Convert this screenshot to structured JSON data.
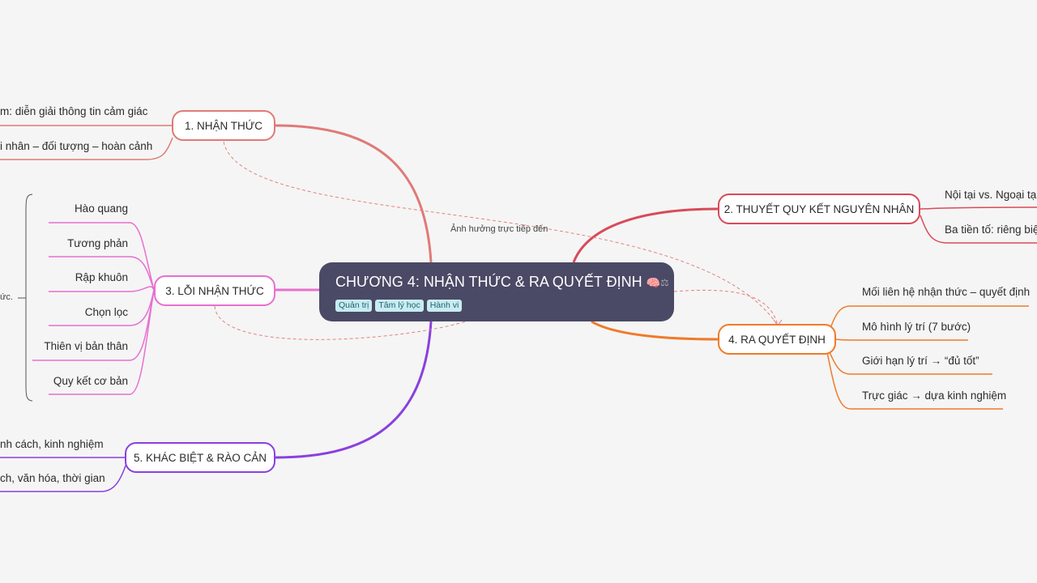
{
  "central": {
    "title": "CHƯƠNG 4: NHẬN THỨC & RA QUYẾT ĐỊNH",
    "tags": [
      "Quản trị",
      "Tâm lý học",
      "Hành vi"
    ]
  },
  "branches": {
    "b1": {
      "label": "1. NHẬN THỨC",
      "color": "#e07a76",
      "items": [
        "m: diễn giải thông tin cảm giác",
        "i nhân – đối tượng – hoàn cảnh"
      ]
    },
    "b2": {
      "label": "2. THUYẾT QUY KẾT NGUYÊN NHÂN",
      "color": "#d94a58",
      "items": [
        "Nội tại vs. Ngoại tại",
        "Ba tiền tố: riêng biệ"
      ]
    },
    "b3": {
      "label": "3. LỖI NHẬN THỨC",
      "color": "#e86fd0",
      "items": [
        "Hào quang",
        "Tương phản",
        "Rập khuôn",
        "Chọn lọc",
        "Thiên vị bản thân",
        "Quy kết cơ bản"
      ]
    },
    "b4": {
      "label": "4. RA QUYẾT ĐỊNH",
      "color": "#f07a2a",
      "items": [
        "Mối liên hệ nhận thức – quyết định",
        "Mô hình lý trí (7 bước)",
        "Giới hạn lý trí →   “đủ tốt”",
        "Trực giác → dựa kinh nghiệm"
      ]
    },
    "b5": {
      "label": "5. KHÁC BIỆT & RÀO CẢN",
      "color": "#8a3fe0",
      "items": [
        "nh cách, kinh nghiệm",
        "ch, văn hóa, thời gian"
      ]
    }
  },
  "relationship_label": "Ảnh hưởng trực tiếp đến",
  "summary_label": "ức."
}
